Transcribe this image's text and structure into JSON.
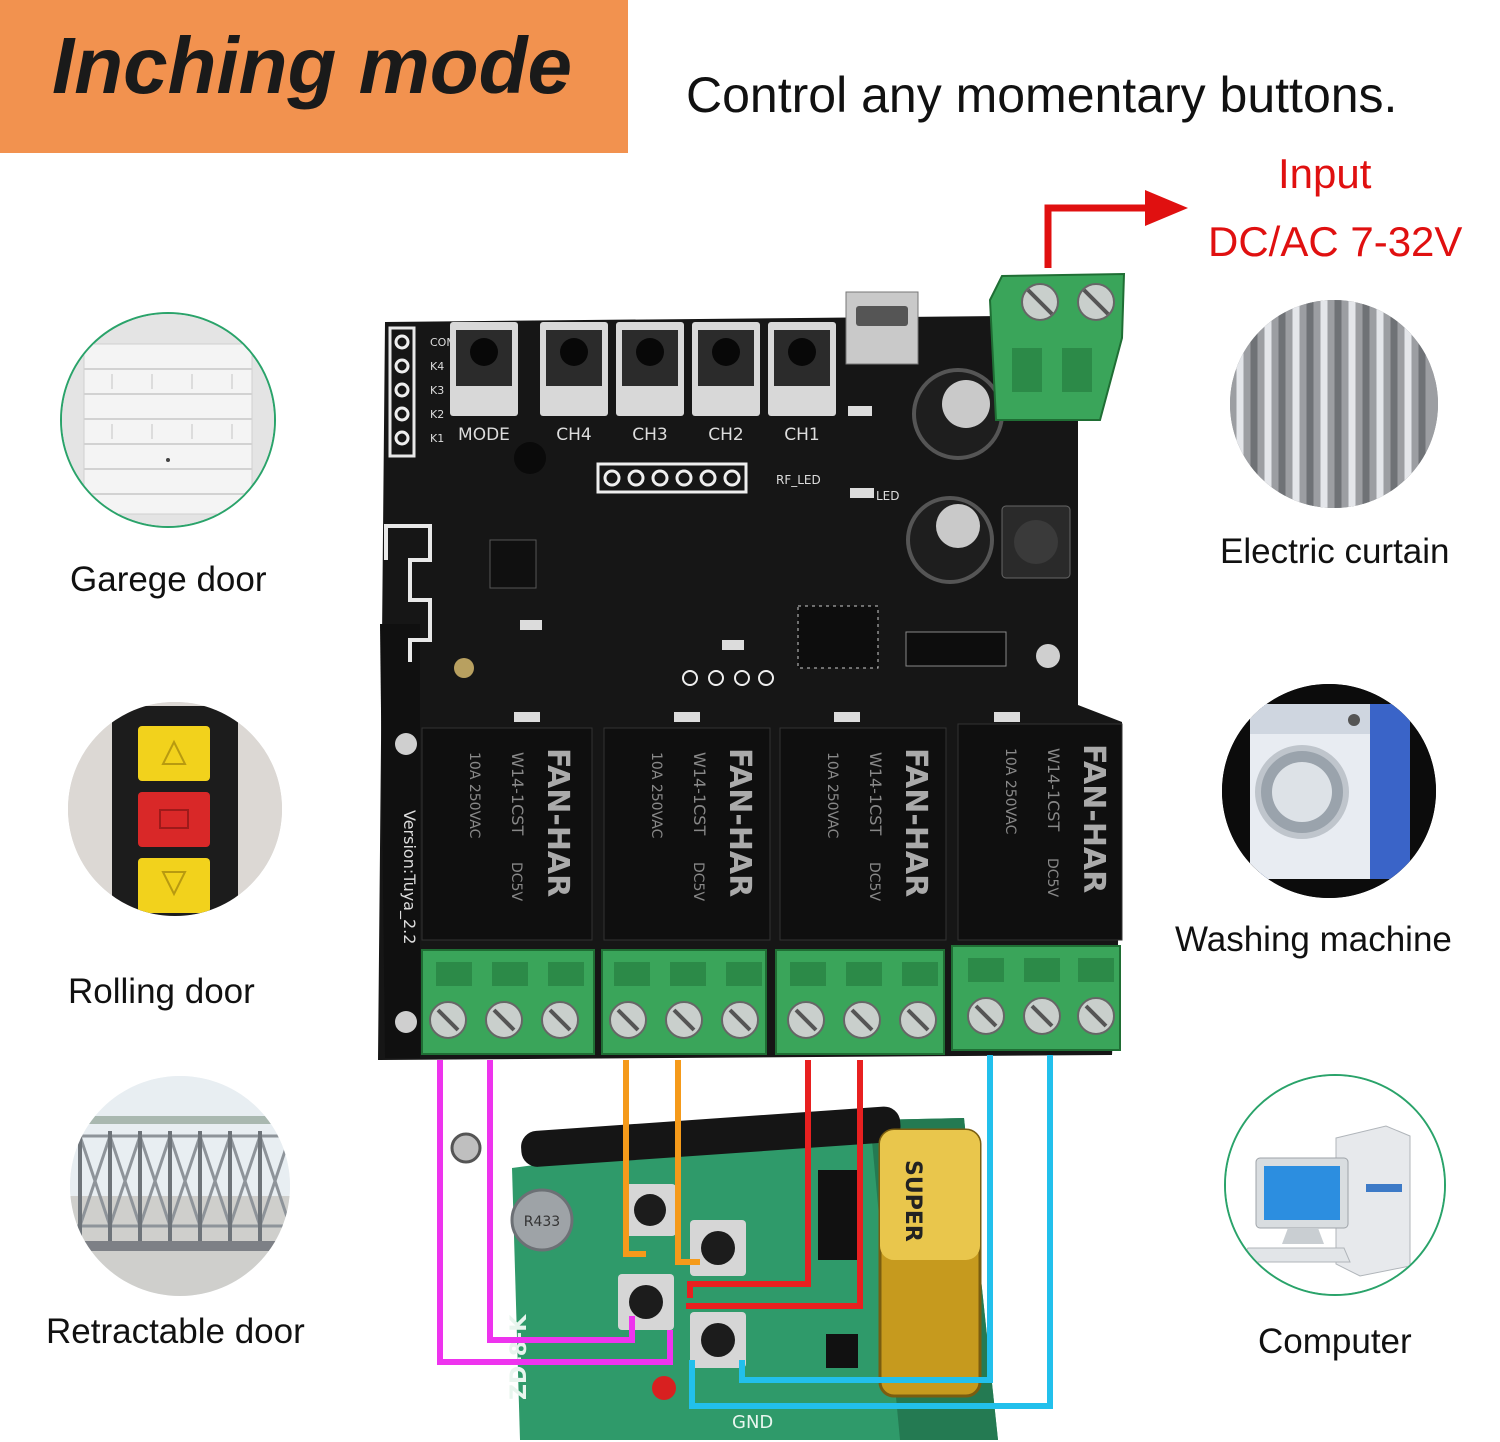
{
  "banner": {
    "title": "Inching mode",
    "color": "#f2924f"
  },
  "headline": "Control any momentary buttons.",
  "power_input": {
    "line1": "Input",
    "line2": "DC/AC 7-32V",
    "color": "#e01010"
  },
  "devices_left": [
    {
      "label": "Garege door",
      "icon": "garage-door-icon"
    },
    {
      "label": "Rolling door",
      "icon": "rolling-door-remote-icon"
    },
    {
      "label": "Retractable door",
      "icon": "retractable-gate-icon"
    }
  ],
  "devices_right": [
    {
      "label": "Electric curtain",
      "icon": "curtain-icon"
    },
    {
      "label": "Washing machine",
      "icon": "washing-machine-icon"
    },
    {
      "label": "Computer",
      "icon": "computer-icon"
    }
  ],
  "board": {
    "buttons": [
      "MODE",
      "CH4",
      "CH3",
      "CH2",
      "CH1"
    ],
    "header_pins": [
      "COM",
      "K4",
      "K3",
      "K2",
      "K1"
    ],
    "relay_brand": "FAN-HAR",
    "relay_model": "W14-1CST",
    "relay_voltage": "DC5V",
    "relay_rating": "10A 250VAC",
    "version": "Version:Tuya_2.2",
    "label_rf_led": "RF_LED",
    "label_led": "LED"
  },
  "remote": {
    "battery_label": "SUPER",
    "crystal_label": "R433",
    "board_label": "ZD-8-K",
    "gnd_label": "GND"
  },
  "wire_colors": {
    "ch1": "#ee33ee",
    "ch2": "#f59a1a",
    "ch3": "#e82020",
    "ch4": "#22c0ec"
  }
}
